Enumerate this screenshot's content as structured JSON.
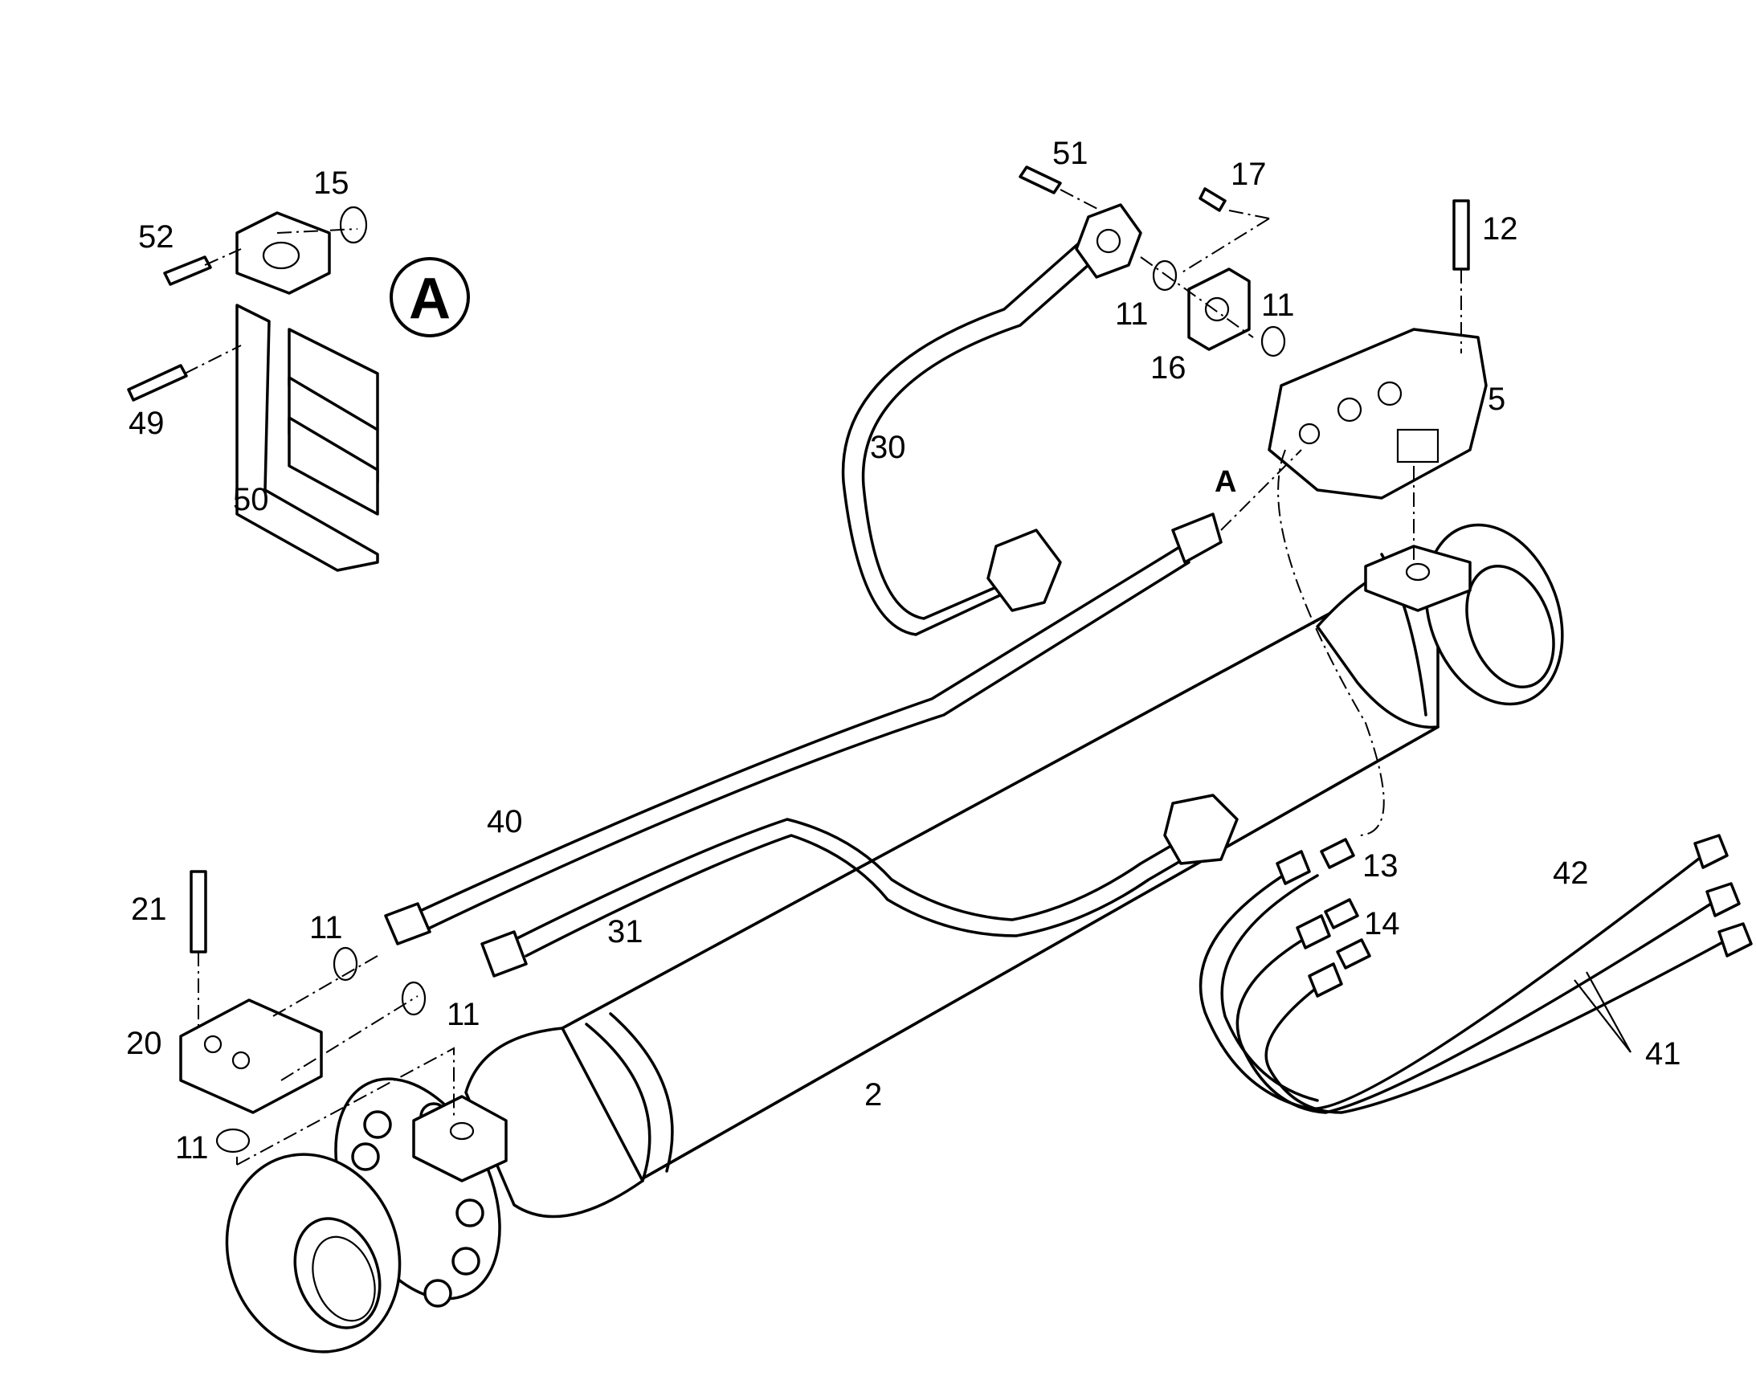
{
  "detail_marker": "A",
  "connection_label": "A",
  "callouts": {
    "c2": "2",
    "c5": "5",
    "c11a": "11",
    "c11b": "11",
    "c11c": "11",
    "c11d": "11",
    "c11e": "11",
    "c12": "12",
    "c13": "13",
    "c14": "14",
    "c15": "15",
    "c16": "16",
    "c17": "17",
    "c20": "20",
    "c21": "21",
    "c30": "30",
    "c31": "31",
    "c40": "40",
    "c41": "41",
    "c42": "42",
    "c49": "49",
    "c50": "50",
    "c51": "51",
    "c52": "52"
  }
}
